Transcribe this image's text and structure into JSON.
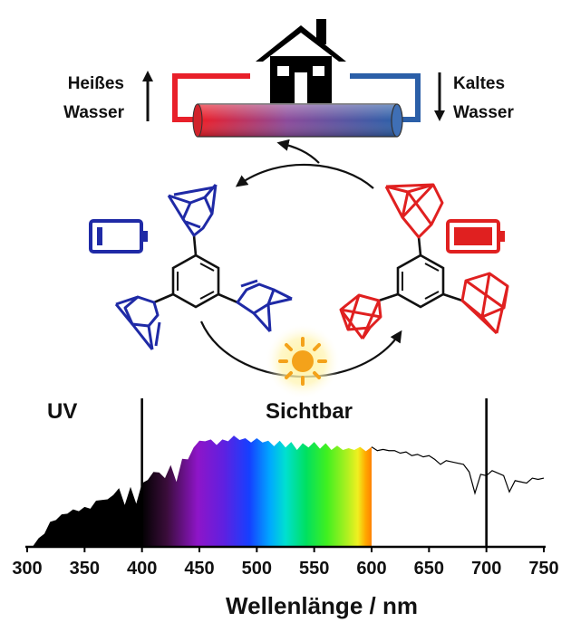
{
  "labels": {
    "hot_water_line1": "Heißes",
    "hot_water_line2": "Wasser",
    "cold_water_line1": "Kaltes",
    "cold_water_line2": "Wasser",
    "uv": "UV",
    "visible": "Sichtbar",
    "x_axis_title": "Wellenlänge / nm"
  },
  "colors": {
    "hot": "#e8202a",
    "cold": "#2b5fa8",
    "nbd_molecule": "#1f2aa6",
    "qc_molecule": "#e02020",
    "sun": "#f4a21a",
    "black": "#000000"
  },
  "icons": {
    "house": "house-icon",
    "battery_empty": "battery-empty-icon",
    "battery_full": "battery-full-icon",
    "sun": "sun-icon"
  },
  "chart_data": {
    "type": "area",
    "xlabel": "Wellenlänge / nm",
    "xlim": [
      300,
      750
    ],
    "x_ticks": [
      300,
      350,
      400,
      450,
      500,
      550,
      600,
      650,
      700,
      750
    ],
    "region_boundaries_nm": [
      400,
      700
    ],
    "filled_visible_range_nm": [
      400,
      600
    ],
    "spectrum": {
      "x": [
        300,
        305,
        310,
        315,
        320,
        325,
        330,
        335,
        340,
        345,
        350,
        355,
        360,
        365,
        370,
        375,
        380,
        385,
        390,
        395,
        400,
        405,
        410,
        415,
        420,
        425,
        430,
        435,
        440,
        445,
        450,
        455,
        460,
        465,
        470,
        475,
        480,
        485,
        490,
        495,
        500,
        505,
        510,
        515,
        520,
        525,
        530,
        535,
        540,
        545,
        550,
        555,
        560,
        565,
        570,
        575,
        580,
        585,
        590,
        595,
        600,
        605,
        610,
        615,
        620,
        625,
        630,
        635,
        640,
        645,
        650,
        655,
        660,
        665,
        670,
        675,
        680,
        685,
        690,
        695,
        700,
        705,
        710,
        715,
        720,
        725,
        730,
        735,
        740,
        745,
        750
      ],
      "y": [
        0.0,
        0.03,
        0.07,
        0.13,
        0.2,
        0.24,
        0.26,
        0.29,
        0.3,
        0.31,
        0.32,
        0.33,
        0.37,
        0.4,
        0.38,
        0.44,
        0.47,
        0.36,
        0.48,
        0.37,
        0.51,
        0.56,
        0.6,
        0.62,
        0.55,
        0.68,
        0.52,
        0.73,
        0.7,
        0.82,
        0.85,
        0.87,
        0.86,
        0.84,
        0.86,
        0.87,
        0.89,
        0.88,
        0.87,
        0.86,
        0.87,
        0.86,
        0.85,
        0.83,
        0.85,
        0.82,
        0.84,
        0.8,
        0.83,
        0.82,
        0.84,
        0.81,
        0.83,
        0.8,
        0.81,
        0.8,
        0.79,
        0.8,
        0.8,
        0.79,
        0.8,
        0.77,
        0.78,
        0.77,
        0.77,
        0.75,
        0.76,
        0.73,
        0.74,
        0.72,
        0.73,
        0.7,
        0.66,
        0.69,
        0.68,
        0.67,
        0.66,
        0.6,
        0.43,
        0.58,
        0.57,
        0.61,
        0.59,
        0.57,
        0.44,
        0.53,
        0.52,
        0.51,
        0.55,
        0.54,
        0.55
      ]
    }
  }
}
